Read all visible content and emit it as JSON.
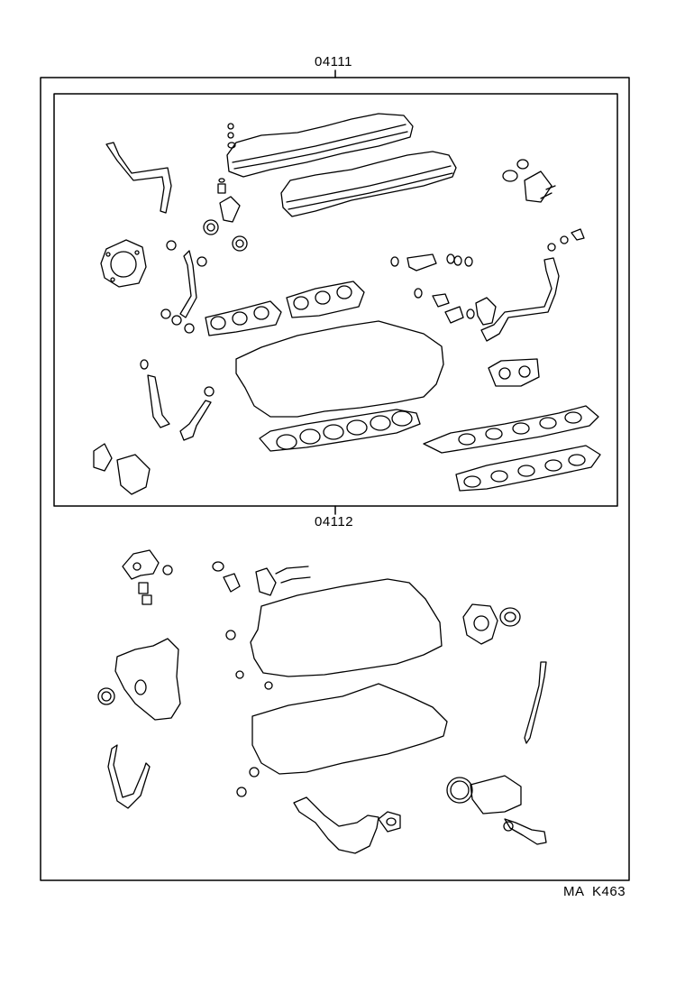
{
  "labels": {
    "outer_kit": "04111",
    "inner_kit": "04112",
    "figure_code": "MA  K463"
  }
}
